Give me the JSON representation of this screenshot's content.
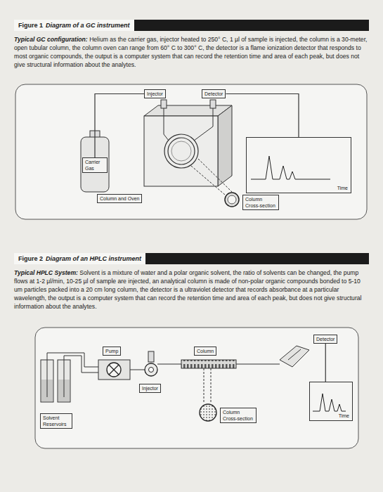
{
  "diagram": {
    "nodes": [
      {
        "text": [
          "Injector"
        ]
      },
      {
        "text": [
          "Detector"
        ]
      },
      {
        "text": [
          "Carrier Gas"
        ]
      },
      {
        "text": [
          "Column and Oven"
        ]
      },
      {
        "text": [
          "Column Cross-section"
        ]
      },
      {
        "text": [
          "Time"
        ]
      },
      {
        "text": [
          "Pump"
        ]
      },
      {
        "text": [
          "Column"
        ]
      },
      {
        "text": [
          "Injector"
        ]
      },
      {
        "text": [
          "Detector"
        ]
      },
      {
        "text": [
          "Solvent Reservoirs"
        ]
      },
      {
        "text": [
          "Column Cross-section"
        ]
      },
      {
        "text": [
          "Time"
        ]
      }
    ],
    "edges": [
      {
        "from": 2,
        "to": 0,
        "arrow": "none"
      },
      {
        "from": 1,
        "to": 5,
        "arrow": "none"
      },
      {
        "from": 9,
        "to": 12,
        "arrow": "none"
      }
    ],
    "labels": [
      "Figure 1",
      "Diagram of a GC instrument",
      "Typical GC configuration:",
      "Helium as the carrier gas, injector heated to 250° C, 1 µl of sample is injected, the column is a 30-meter, open tubular column, the column oven can range from 60° C to 300° C, the detector is a flame ionization detector that responds to most organic compounds, the output is a computer system that can record the retention time and area of each peak, but does not give structural information about the analytes.",
      "Figure 2",
      "Diagram of an HPLC instrument",
      "Typical HPLC System:",
      "Solvent is a mixture of water and a polar organic solvent, the ratio of solvents can be changed, the pump flows at 1-2 µl/min, 10-25 µl of sample are injected, an analytical column is made of non-polar organic compounds bonded to 5-10 um particles packed into a 20 cm long column, the detector is a ultraviolet detector that records absorbance at a particular wavelength, the output is a computer system that can record the retention time and area of each peak, but does not give structural information about the analytes."
    ]
  }
}
